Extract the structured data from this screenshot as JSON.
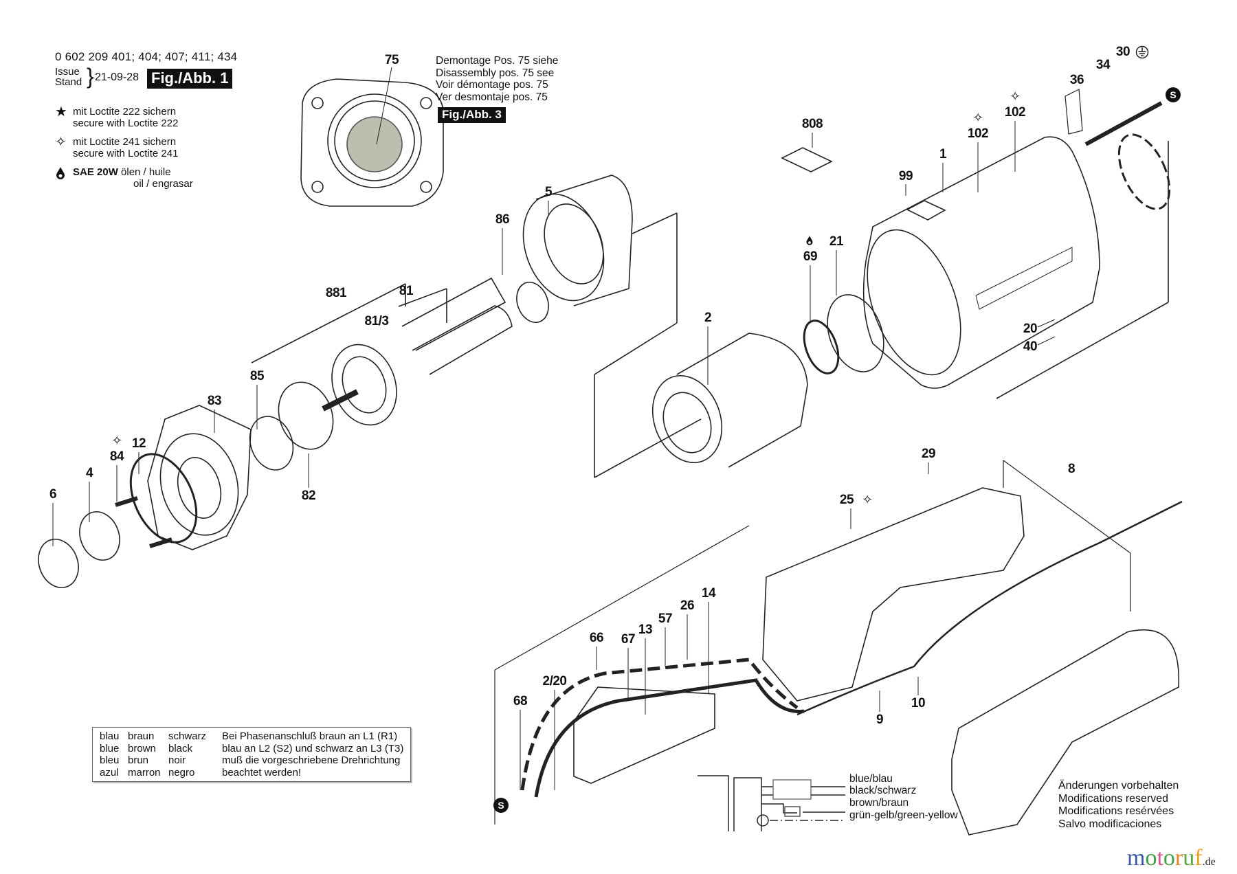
{
  "header": {
    "part_numbers": "0 602 209 401; 404; 407; 411; 434",
    "issue_label_1": "Issue",
    "issue_label_2": "Stand",
    "issue_date": "21-09-28",
    "figure_label": "Fig./Abb. 1"
  },
  "symbol_legend": [
    {
      "icon": "filled-star-icon",
      "glyph": "★",
      "line1": "mit Loctite 222 sichern",
      "line2": "secure with Loctite 222"
    },
    {
      "icon": "outline-star-icon",
      "glyph": "✧",
      "line1": "mit Loctite 241 sichern",
      "line2": "secure with Loctite 241"
    },
    {
      "icon": "oil-drop-icon",
      "glyph": "💧",
      "line1_bold": "SAE 20W",
      "line1": "ölen / huile",
      "line2": "oil / engrasar"
    }
  ],
  "disassembly_note": {
    "lines": [
      "Demontage Pos. 75 siehe",
      "Disassembly pos. 75 see",
      "Voir démontage pos. 75",
      "Ver desmontaje pos. 75"
    ],
    "figure_ref": "Fig./Abb. 3"
  },
  "part_labels": [
    {
      "id": "75",
      "text": "75"
    },
    {
      "id": "808",
      "text": "808"
    },
    {
      "id": "1",
      "text": "1"
    },
    {
      "id": "99",
      "text": "99"
    },
    {
      "id": "102a",
      "text": "102",
      "marker": "✧"
    },
    {
      "id": "102b",
      "text": "102",
      "marker": "✧"
    },
    {
      "id": "36",
      "text": "36"
    },
    {
      "id": "34",
      "text": "34"
    },
    {
      "id": "30",
      "text": "30",
      "marker": "ground-symbol"
    },
    {
      "id": "5",
      "text": "5"
    },
    {
      "id": "86",
      "text": "86"
    },
    {
      "id": "881",
      "text": "881"
    },
    {
      "id": "81",
      "text": "81"
    },
    {
      "id": "81-3",
      "text": "81/3"
    },
    {
      "id": "85",
      "text": "85"
    },
    {
      "id": "83",
      "text": "83"
    },
    {
      "id": "82",
      "text": "82"
    },
    {
      "id": "12",
      "text": "12"
    },
    {
      "id": "84",
      "text": "84",
      "marker": "✧"
    },
    {
      "id": "4",
      "text": "4"
    },
    {
      "id": "6",
      "text": "6"
    },
    {
      "id": "2",
      "text": "2"
    },
    {
      "id": "69",
      "text": "69",
      "marker": "oil-drop"
    },
    {
      "id": "21",
      "text": "21"
    },
    {
      "id": "20",
      "text": "20"
    },
    {
      "id": "40",
      "text": "40"
    },
    {
      "id": "29",
      "text": "29"
    },
    {
      "id": "25",
      "text": "25",
      "marker": "✧"
    },
    {
      "id": "8",
      "text": "8"
    },
    {
      "id": "66",
      "text": "66"
    },
    {
      "id": "67",
      "text": "67"
    },
    {
      "id": "13",
      "text": "13"
    },
    {
      "id": "57",
      "text": "57"
    },
    {
      "id": "26",
      "text": "26"
    },
    {
      "id": "14",
      "text": "14"
    },
    {
      "id": "68",
      "text": "68"
    },
    {
      "id": "2-20",
      "text": "2/20"
    },
    {
      "id": "9",
      "text": "9"
    },
    {
      "id": "10",
      "text": "10"
    }
  ],
  "s_badge": "S",
  "wire_color_table": {
    "columns": [
      [
        "blau",
        "blue",
        "bleu",
        "azul"
      ],
      [
        "braun",
        "brown",
        "brun",
        "marron"
      ],
      [
        "schwarz",
        "black",
        "noir",
        "negro"
      ]
    ],
    "note": [
      "Bei Phasenanschluß braun an L1 (R1)",
      "blau an L2 (S2) und schwarz an L3 (T3)",
      "muß die vorgeschriebene Drehrichtung",
      "beachtet werden!"
    ]
  },
  "wiring_legend": [
    "blue/blau",
    "black/schwarz",
    "brown/braun",
    "grün-gelb/green-yellow"
  ],
  "modifications_note": [
    "Änderungen vorbehalten",
    "Modifications reserved",
    "Modifications resérvées",
    "Salvo modificaciones"
  ],
  "watermark": {
    "letters": [
      {
        "ch": "m",
        "color": "#3d5aa8"
      },
      {
        "ch": "o",
        "color": "#3f9a3f"
      },
      {
        "ch": "t",
        "color": "#e0508c"
      },
      {
        "ch": "o",
        "color": "#43a047"
      },
      {
        "ch": "r",
        "color": "#e3832a"
      },
      {
        "ch": "u",
        "color": "#5aa63a"
      },
      {
        "ch": "f",
        "color": "#e7a21f"
      }
    ],
    "suffix": ".de"
  }
}
